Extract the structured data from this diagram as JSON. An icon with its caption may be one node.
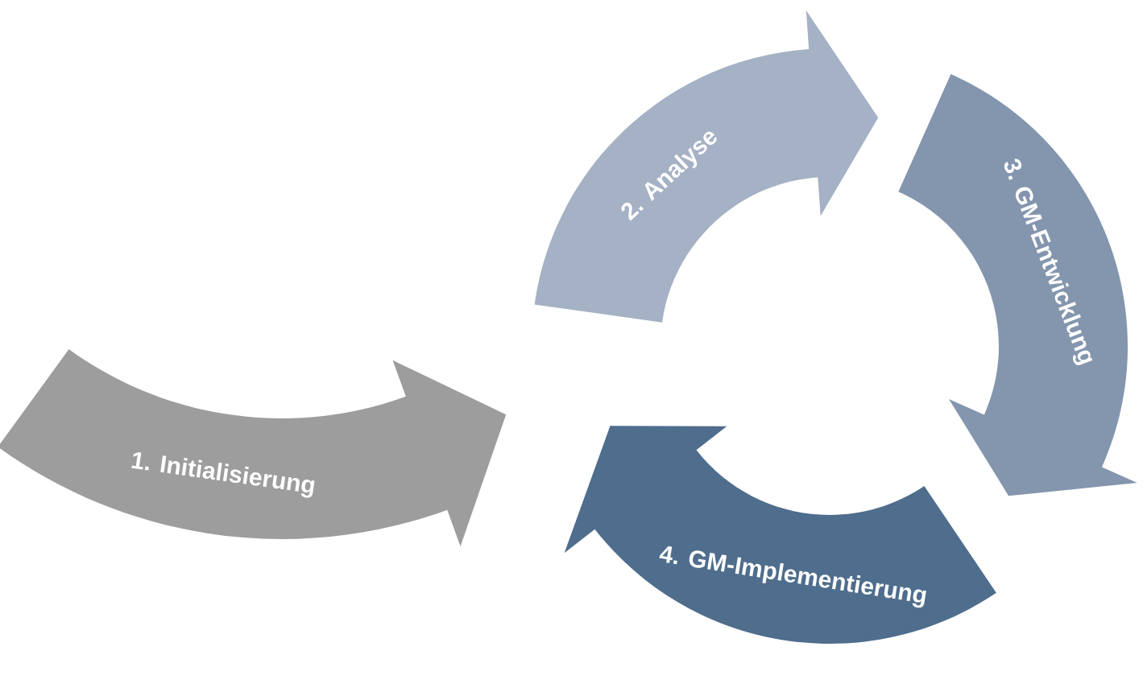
{
  "diagram": {
    "nodes": [
      {
        "text": [
          "1. Initialisierung"
        ]
      },
      {
        "text": [
          "2. Analyse"
        ]
      },
      {
        "text": [
          "3. GM-Entwicklung"
        ]
      },
      {
        "text": [
          "4. GM-Implementierung"
        ]
      }
    ]
  }
}
